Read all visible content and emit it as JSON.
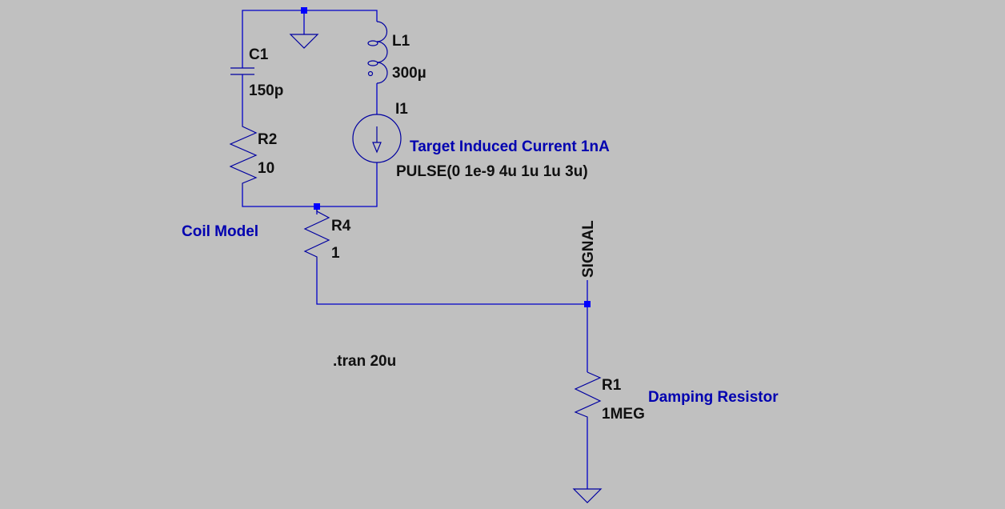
{
  "schematic": {
    "background": "#c0c0c0",
    "wire_color": "#0000c8",
    "comment_color": "#0000b0",
    "components": {
      "C1": {
        "name": "C1",
        "value": "150p"
      },
      "L1": {
        "name": "L1",
        "value": "300µ"
      },
      "R2": {
        "name": "R2",
        "value": "10"
      },
      "I1": {
        "name": "I1",
        "value": "PULSE(0 1e-9 4u 1u 1u 3u)"
      },
      "R4": {
        "name": "R4",
        "value": "1"
      },
      "R1": {
        "name": "R1",
        "value": "1MEG"
      }
    },
    "net_labels": {
      "signal": "SIGNAL"
    },
    "comments": {
      "target": "Target Induced Current 1nA",
      "coil_model": "Coil Model",
      "damping": "Damping Resistor"
    },
    "directive": ".tran 20u"
  }
}
